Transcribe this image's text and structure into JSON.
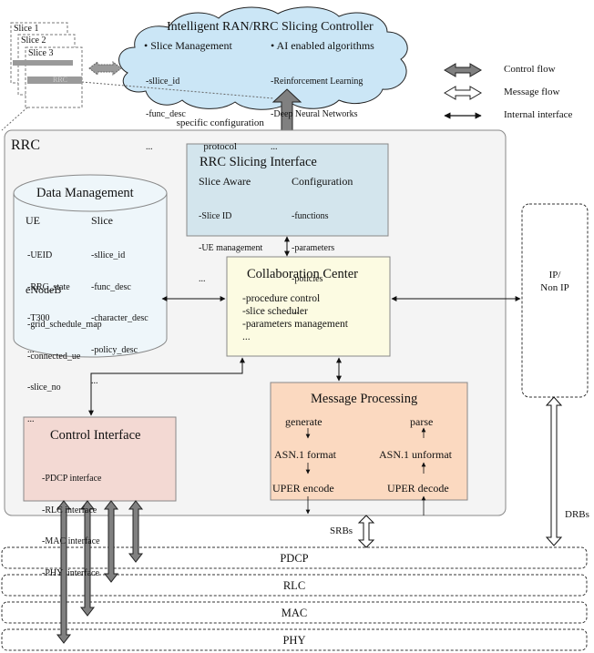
{
  "controller": {
    "title": "Intelligent RAN/RRC Slicing Controller",
    "slice_mgmt": {
      "title": "• Slice Management",
      "items": [
        "-sllice_id",
        "-func_desc",
        "..."
      ]
    },
    "ai": {
      "title": "• AI enabled algorithms",
      "items": [
        "-Reinforcement Learning",
        "-Deep Neural Networks",
        "..."
      ]
    }
  },
  "slice_stack": {
    "labels": [
      "Slice 1",
      "Slice 2",
      "Slice 3",
      "RRC"
    ]
  },
  "legend": {
    "items": [
      "Control flow",
      "Message flow",
      "Internal interface"
    ]
  },
  "protocol_label": [
    "specific configuration",
    "protocol"
  ],
  "rrc": {
    "title": "RRC"
  },
  "slicing_interface": {
    "title": "RRC Slicing Interface",
    "slice_aware": {
      "title": "Slice Aware",
      "items": [
        "-Slice ID",
        "-UE management",
        "..."
      ]
    },
    "configuration": {
      "title": "Configuration",
      "items": [
        "-functions",
        "-parameters",
        "-policies",
        "..."
      ]
    }
  },
  "data_management": {
    "title": "Data Management",
    "ue": {
      "title": "UE",
      "items": [
        "-UEID",
        "-RRC_state",
        "-T300",
        "..."
      ]
    },
    "slice": {
      "title": "Slice",
      "items": [
        "-sllice_id",
        "-func_desc",
        "-character_desc",
        "-policy_desc",
        "..."
      ]
    },
    "enodeb": {
      "title": "eNodeB",
      "items": [
        "-grid_schedule_map",
        "-connected_ue",
        "-slice_no",
        "..."
      ]
    }
  },
  "collab": {
    "title": "Collaboration Center",
    "items": [
      "-procedure control",
      "-slice scheduler",
      "-parameters management",
      "..."
    ]
  },
  "ip": {
    "line1": "IP/",
    "line2": "Non IP"
  },
  "control_interface": {
    "title": "Control Interface",
    "items": [
      "-PDCP interface",
      "-RLC interface",
      "-MAC interface",
      "-PHY  interface"
    ]
  },
  "message_processing": {
    "title": "Message Processing",
    "left": [
      "generate",
      "ASN.1 format",
      "UPER encode"
    ],
    "right": [
      "parse",
      "ASN.1 unformat",
      "UPER decode"
    ]
  },
  "srbs": "SRBs",
  "drbs": "DRBs",
  "layers": [
    "PDCP",
    "RLC",
    "MAC",
    "PHY"
  ],
  "colors": {
    "cloud": "#cbe6f6",
    "rrc_bg": "#f4f4f4",
    "slicing_interface": "#d3e5ed",
    "data_mgmt": "#eef6fa",
    "collab": "#fcfbe2",
    "control_interface": "#f3d9d3",
    "message_processing": "#fbd9c0",
    "control_arrow": "#808080"
  }
}
